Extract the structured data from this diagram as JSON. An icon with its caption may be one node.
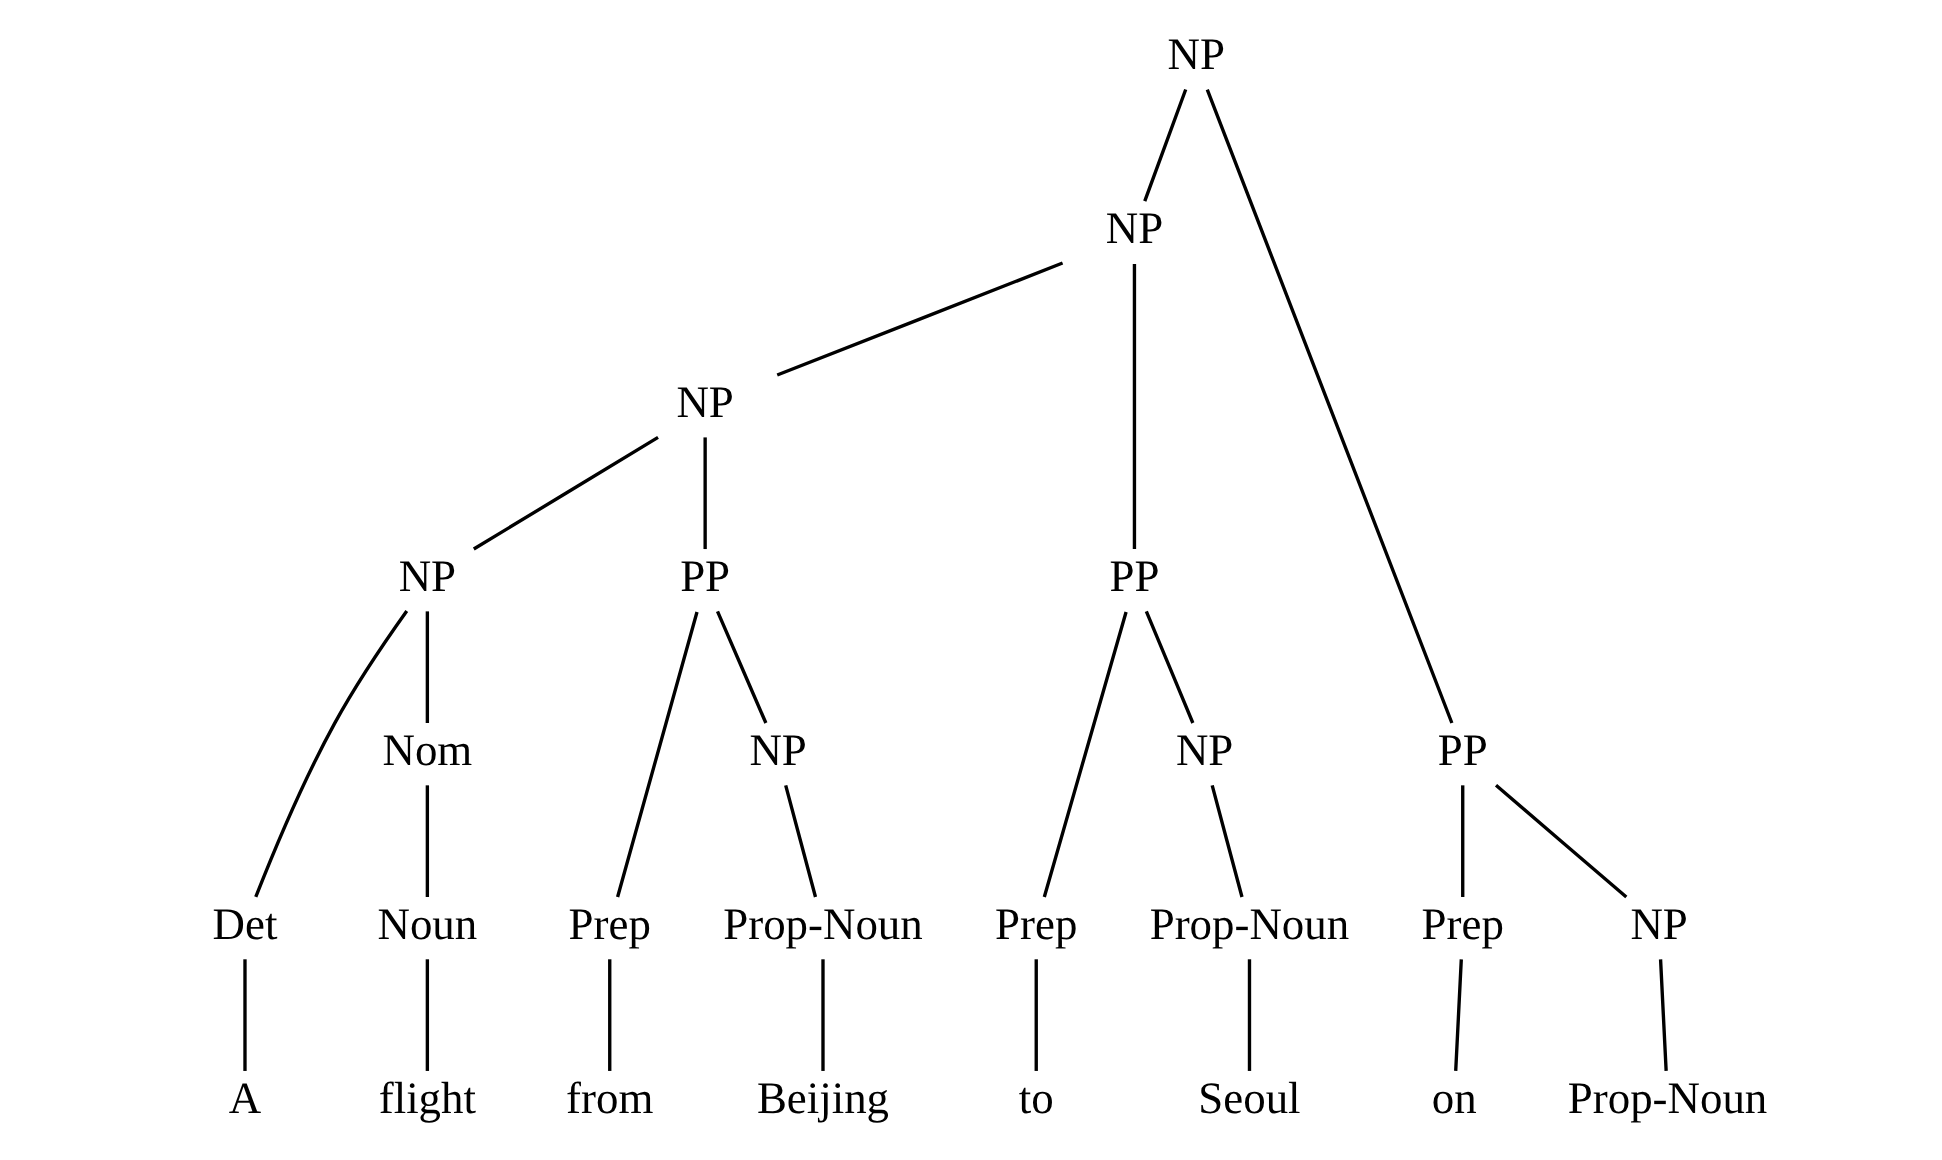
{
  "diagram": {
    "nodes": [
      {
        "text": [
          "NP"
        ]
      },
      {
        "text": [
          "NP"
        ]
      },
      {
        "text": [
          "NP"
        ]
      },
      {
        "text": [
          "NP"
        ]
      },
      {
        "text": [
          "PP"
        ]
      },
      {
        "text": [
          "PP"
        ]
      },
      {
        "text": [
          "PP"
        ]
      },
      {
        "text": [
          "Nom"
        ]
      },
      {
        "text": [
          "NP"
        ]
      },
      {
        "text": [
          "NP"
        ]
      },
      {
        "text": [
          "NP"
        ]
      },
      {
        "text": [
          "Det"
        ]
      },
      {
        "text": [
          "Noun"
        ]
      },
      {
        "text": [
          "Prep"
        ]
      },
      {
        "text": [
          "Prop-Noun"
        ]
      },
      {
        "text": [
          "Prep"
        ]
      },
      {
        "text": [
          "Prop-Noun"
        ]
      },
      {
        "text": [
          "Prep"
        ]
      },
      {
        "text": [
          "Prop-Noun"
        ]
      },
      {
        "text": [
          "A"
        ]
      },
      {
        "text": [
          "flight"
        ]
      },
      {
        "text": [
          "from"
        ]
      },
      {
        "text": [
          "Beijing"
        ]
      },
      {
        "text": [
          "to"
        ]
      },
      {
        "text": [
          "Seoul"
        ]
      },
      {
        "text": [
          "on"
        ]
      }
    ],
    "edges": [
      {
        "from": 0,
        "to": 1,
        "arrow": "none"
      },
      {
        "from": 0,
        "to": 6,
        "arrow": "none"
      },
      {
        "from": 1,
        "to": 2,
        "arrow": "none"
      },
      {
        "from": 1,
        "to": 5,
        "arrow": "none"
      },
      {
        "from": 2,
        "to": 3,
        "arrow": "none"
      },
      {
        "from": 2,
        "to": 4,
        "arrow": "none"
      },
      {
        "from": 3,
        "to": 11,
        "arrow": "none"
      },
      {
        "from": 3,
        "to": 7,
        "arrow": "none"
      },
      {
        "from": 7,
        "to": 12,
        "arrow": "none"
      },
      {
        "from": 4,
        "to": 13,
        "arrow": "none"
      },
      {
        "from": 4,
        "to": 8,
        "arrow": "none"
      },
      {
        "from": 8,
        "to": 14,
        "arrow": "none"
      },
      {
        "from": 5,
        "to": 15,
        "arrow": "none"
      },
      {
        "from": 5,
        "to": 9,
        "arrow": "none"
      },
      {
        "from": 9,
        "to": 16,
        "arrow": "none"
      },
      {
        "from": 6,
        "to": 17,
        "arrow": "none"
      },
      {
        "from": 6,
        "to": 10,
        "arrow": "none"
      },
      {
        "from": 10,
        "to": 18,
        "arrow": "none"
      },
      {
        "from": 11,
        "to": 19,
        "arrow": "none"
      },
      {
        "from": 12,
        "to": 20,
        "arrow": "none"
      },
      {
        "from": 13,
        "to": 21,
        "arrow": "none"
      },
      {
        "from": 14,
        "to": 22,
        "arrow": "none"
      },
      {
        "from": 15,
        "to": 23,
        "arrow": "none"
      },
      {
        "from": 16,
        "to": 24,
        "arrow": "none"
      },
      {
        "from": 17,
        "to": 25,
        "arrow": "none"
      }
    ]
  }
}
